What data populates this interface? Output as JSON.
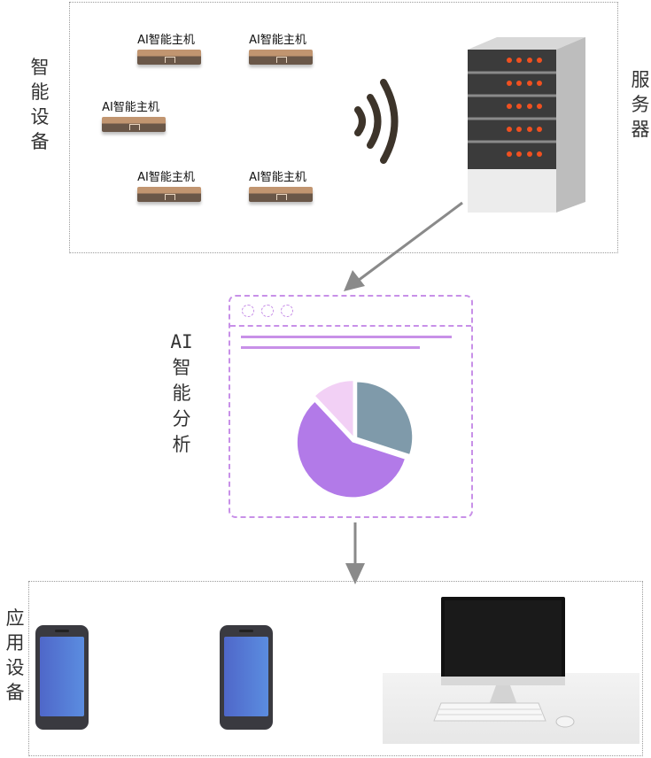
{
  "sections": {
    "smart_devices_label": "智能设备",
    "server_label": "服务器",
    "ai_analysis_label": "AI智能分析",
    "app_devices_label": "应用设备"
  },
  "hosts": [
    {
      "label": "AI智能主机"
    },
    {
      "label": "AI智能主机"
    },
    {
      "label": "AI智能主机"
    },
    {
      "label": "AI智能主机"
    },
    {
      "label": "AI智能主机"
    }
  ],
  "pie_chart": {
    "slices": [
      {
        "share": 0.3,
        "color": "#7f9aaa"
      },
      {
        "share": 0.58,
        "color": "#b27ae8"
      },
      {
        "share": 0.12,
        "color": "#f2d0f5"
      }
    ]
  },
  "colors": {
    "panel_border": "#c890e8",
    "arrow": "#8a8a8a",
    "server_led": "#f05020",
    "wifi": "#3d342a"
  },
  "icons": [
    "wifi-signal-icon",
    "server-rack-icon",
    "smartphone-icon",
    "desktop-computer-icon",
    "keyboard-icon",
    "mouse-icon"
  ]
}
